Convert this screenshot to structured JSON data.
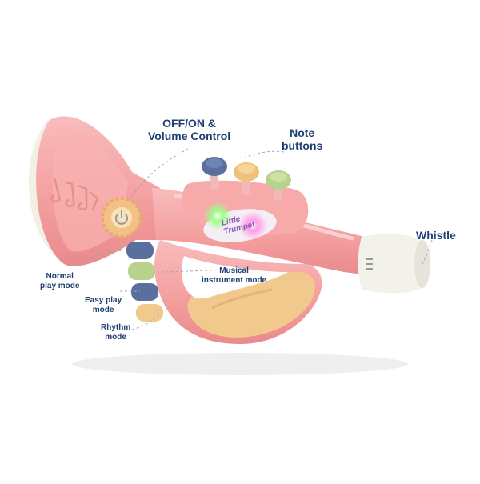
{
  "callouts": {
    "power": {
      "line1": "OFF/ON &",
      "line2": "Volume Control"
    },
    "notes": {
      "line1": "Note",
      "line2": "buttons"
    },
    "whistle": {
      "line1": "Whistle"
    },
    "normal": {
      "line1": "Normal",
      "line2": "play mode"
    },
    "instrument": {
      "line1": "Musical",
      "line2": "instrument mode"
    },
    "easy": {
      "line1": "Easy play",
      "line2": "mode"
    },
    "rhythm": {
      "line1": "Rhythm",
      "line2": "mode"
    }
  },
  "badge": {
    "line1": "Little",
    "line2": "Trumpet"
  },
  "colors": {
    "body_pink": "#f4a0a0",
    "label_navy": "#1f3f74",
    "note_blue": "#5a6f9e",
    "note_yellow": "#eec27a",
    "note_green": "#b7d28a",
    "bell_rim": "#f4efe4",
    "mouthpiece": "#f2f1ea"
  },
  "icons": {
    "power_button": "power-icon",
    "bell_decoration": "music-notes-icon"
  }
}
